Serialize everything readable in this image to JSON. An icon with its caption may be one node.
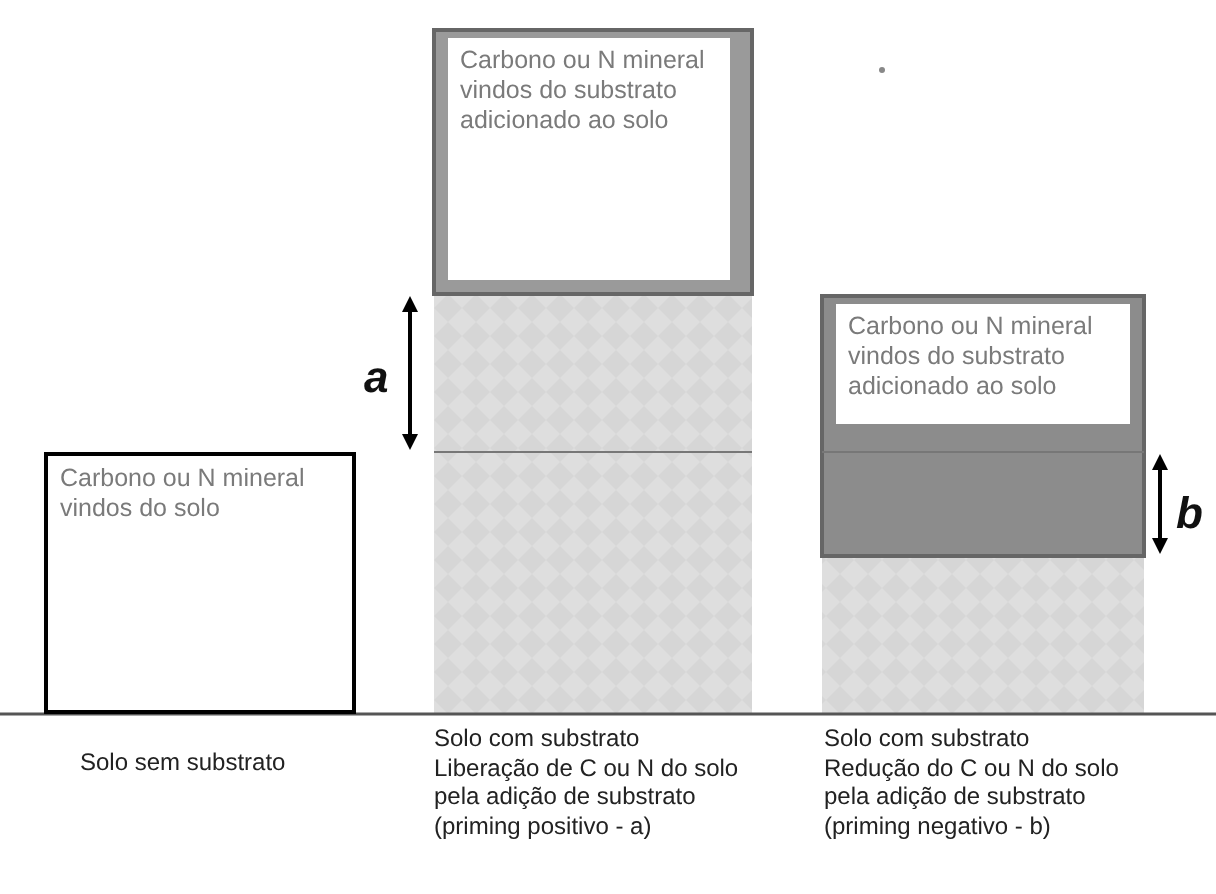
{
  "diagram": {
    "nodes": [
      {
        "text": [
          "Carbono ou N mineral vindos do solo"
        ]
      },
      {
        "text": [
          "Carbono ou N mineral vindos do substrato adicionado ao solo"
        ]
      },
      {
        "text": [
          "Carbono ou N mineral vindos do substrato adicionado ao solo"
        ]
      }
    ],
    "labels": [
      "a",
      "b",
      "Solo sem substrato",
      "Solo com substrato",
      "Liberação de C ou N do solo pela adição de substrato (priming positivo - a)",
      "Solo com substrato",
      "Redução do C ou N do solo pela adição de substrato (priming negativo - b)"
    ]
  }
}
